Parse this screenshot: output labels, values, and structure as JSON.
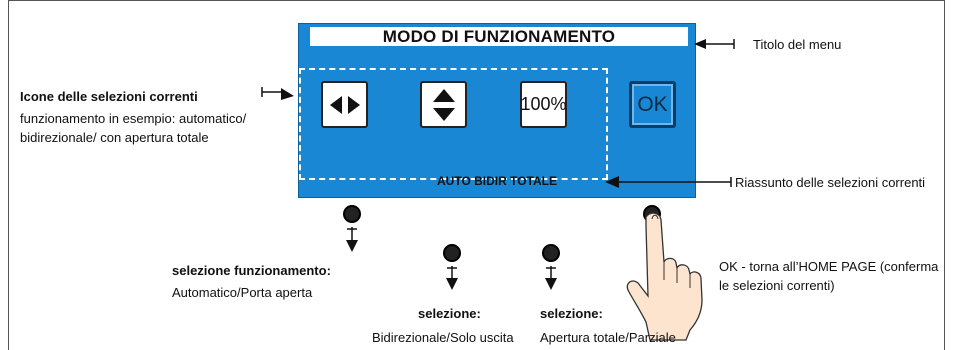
{
  "panel": {
    "title": "MODO DI FUNZIONAMENTO",
    "percent_label": "100%",
    "ok_label": "OK",
    "summary": "AUTO BIDIR TOTALE"
  },
  "callouts": {
    "menu_title": "Titolo del menu",
    "icons_heading": "Icone delle selezioni correnti",
    "icons_desc_1": "funzionamento in esempio: automatico/",
    "icons_desc_2": "bidirezionale/ con apertura totale",
    "summary": "Riassunto delle selezioni correnti",
    "sel_mode_title": "selezione funzionamento:",
    "sel_mode_desc": "Automatico/Porta aperta",
    "sel_dir_title": "selezione:",
    "sel_dir_desc": "Bidirezionale/Solo uscita",
    "sel_open_title": "selezione:",
    "sel_open_desc": "Apertura totale/Parziale",
    "ok_desc_1": "OK - torna all’HOME PAGE (conferma",
    "ok_desc_2": "le selezioni correnti)"
  },
  "icons": {
    "direction_left_right": "left-right-arrows-icon",
    "direction_up_down": "up-down-arrows-icon",
    "hand": "pointing-hand-icon"
  },
  "colors": {
    "lcd_blue": "#1a87d4",
    "ok_border": "#0b3d66"
  }
}
